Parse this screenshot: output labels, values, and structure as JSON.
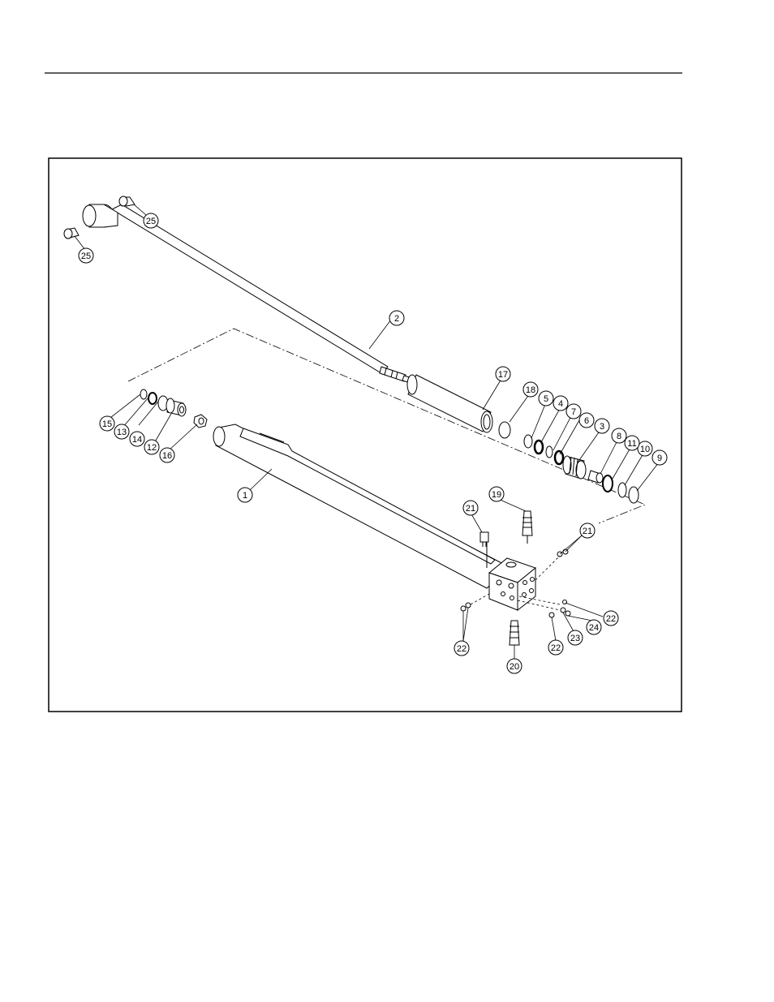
{
  "diagram": {
    "callouts": [
      {
        "id": "c1",
        "label": "1"
      },
      {
        "id": "c2",
        "label": "2"
      },
      {
        "id": "c3",
        "label": "3"
      },
      {
        "id": "c4",
        "label": "4"
      },
      {
        "id": "c5",
        "label": "5"
      },
      {
        "id": "c6",
        "label": "6"
      },
      {
        "id": "c7",
        "label": "7"
      },
      {
        "id": "c8",
        "label": "8"
      },
      {
        "id": "c9",
        "label": "9"
      },
      {
        "id": "c10",
        "label": "10"
      },
      {
        "id": "c11",
        "label": "11"
      },
      {
        "id": "c12",
        "label": "12"
      },
      {
        "id": "c13",
        "label": "13"
      },
      {
        "id": "c14",
        "label": "14"
      },
      {
        "id": "c15",
        "label": "15"
      },
      {
        "id": "c16",
        "label": "16"
      },
      {
        "id": "c17",
        "label": "17"
      },
      {
        "id": "c18",
        "label": "18"
      },
      {
        "id": "c19",
        "label": "19"
      },
      {
        "id": "c20",
        "label": "20"
      },
      {
        "id": "c21a",
        "label": "21"
      },
      {
        "id": "c21b",
        "label": "21"
      },
      {
        "id": "c22a",
        "label": "22"
      },
      {
        "id": "c22b",
        "label": "22"
      },
      {
        "id": "c22c",
        "label": "22"
      },
      {
        "id": "c23",
        "label": "23"
      },
      {
        "id": "c24",
        "label": "24"
      },
      {
        "id": "c25a",
        "label": "25"
      },
      {
        "id": "c25b",
        "label": "25"
      }
    ]
  }
}
